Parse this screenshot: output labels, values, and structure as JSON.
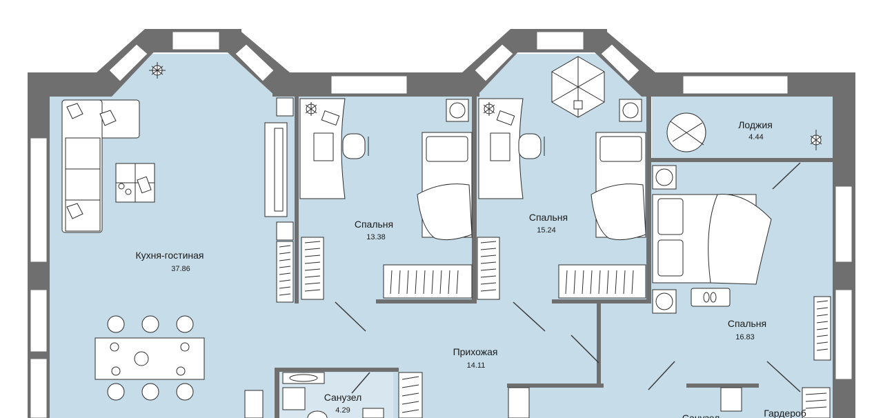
{
  "colors": {
    "wall": "#6f6f6f",
    "floor": "#c6dde9",
    "floor_light": "#d8e7ef",
    "window": "#ffffff",
    "furniture_line": "#2b2b2b",
    "furniture_fill": "#ffffff",
    "label": "#1a1a1a"
  },
  "rooms": [
    {
      "id": "living",
      "name": "Кухня-гостиная",
      "area": "37.86"
    },
    {
      "id": "bedroom1",
      "name": "Спальня",
      "area": "13.38"
    },
    {
      "id": "bedroom2",
      "name": "Спальня",
      "area": "15.24"
    },
    {
      "id": "loggia",
      "name": "Лоджия",
      "area": "4.44"
    },
    {
      "id": "bedroom3",
      "name": "Спальня",
      "area": "16.83"
    },
    {
      "id": "hall",
      "name": "Прихожая",
      "area": "14.11"
    },
    {
      "id": "bath1",
      "name": "Санузел",
      "area": "4.29"
    },
    {
      "id": "bath2",
      "name": "Санузел",
      "area": ""
    },
    {
      "id": "wardrobe",
      "name": "Гардероб",
      "area": ""
    }
  ],
  "icons": [
    "plant-icon",
    "sofa-icon",
    "coffee-table-icon",
    "dining-table-icon",
    "desk-icon",
    "chair-icon",
    "bed-icon",
    "double-bed-icon",
    "wardrobe-icon",
    "shelf-icon",
    "fan-icon",
    "umbrella-table-icon",
    "armchair-icon",
    "slippers-icon",
    "tv-stand-icon",
    "sink-icon",
    "toilet-icon"
  ]
}
